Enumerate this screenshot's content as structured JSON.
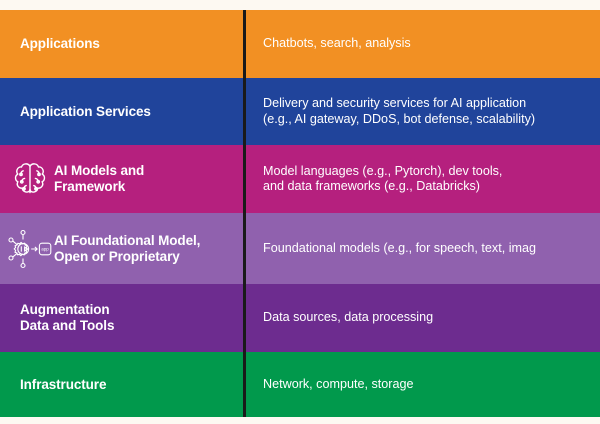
{
  "background_color": "#fdf9f2",
  "divider_color": "#1a1a1a",
  "diagram": {
    "type": "layered-stack",
    "column_headers": null,
    "layers": [
      {
        "id": "applications",
        "title": "Applications",
        "description": "Chatbots, search, analysis",
        "color": "#F29023",
        "icon": null
      },
      {
        "id": "application-services",
        "title": "Application Services",
        "description": "Delivery and security services for AI application\n(e.g., AI gateway, DDoS, bot defense, scalability)",
        "color": "#20449B",
        "icon": null
      },
      {
        "id": "ai-models-and-framework",
        "title": "AI Models and\nFramework",
        "description": "Model languages (e.g., Pytorch), dev tools,\nand data frameworks (e.g., Databricks)",
        "color": "#B5207E",
        "icon": "brain-icon"
      },
      {
        "id": "ai-foundational-model",
        "title": "AI Foundational Model,\nOpen or Proprietary",
        "description": "Foundational models (e.g., for speech, text, imag",
        "color": "#9061AE",
        "icon": "gear-to-app-icon"
      },
      {
        "id": "augmentation-data-and-tools",
        "title": "Augmentation\nData and Tools",
        "description": "Data sources, data processing",
        "color": "#6D2C8F",
        "icon": null
      },
      {
        "id": "infrastructure",
        "title": "Infrastructure",
        "description": "Network, compute, storage",
        "color": "#01994C",
        "icon": null
      }
    ]
  }
}
